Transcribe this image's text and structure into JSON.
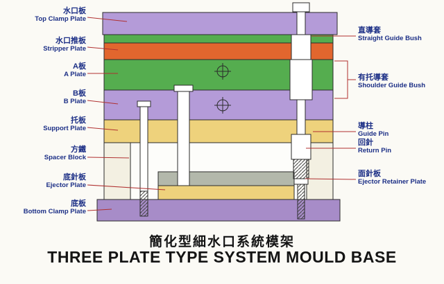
{
  "title": {
    "zh": "簡化型細水口系統模架",
    "en": "THREE PLATE TYPE SYSTEM MOULD BASE"
  },
  "labels": {
    "left": [
      {
        "zh": "水口板",
        "en": "Top Clamp Plate"
      },
      {
        "zh": "水口推板",
        "en": "Stripper Plate"
      },
      {
        "zh": "A板",
        "en": "A Plate"
      },
      {
        "zh": "B板",
        "en": "B Plate"
      },
      {
        "zh": "托板",
        "en": "Support Plate"
      },
      {
        "zh": "方鐵",
        "en": "Spacer Block"
      },
      {
        "zh": "底針板",
        "en": "Ejector Plate"
      },
      {
        "zh": "底板",
        "en": "Bottom Clamp Plate"
      }
    ],
    "right": [
      {
        "zh": "直導套",
        "en": "Straight Guide Bush"
      },
      {
        "zh": "有托導套",
        "en": "Shoulder Guide Bush"
      },
      {
        "zh": "導柱",
        "en": "Guide Pin"
      },
      {
        "zh": "回針",
        "en": "Return Pin"
      },
      {
        "zh": "面針板",
        "en": "Ejector Retainer Plate"
      }
    ]
  },
  "colors": {
    "clamp_plate": "#b49bd8",
    "green_strip": "#55ad4f",
    "stripper_plate": "#e2662e",
    "a_plate": "#55ad4f",
    "b_plate": "#b49bd8",
    "support_plate": "#eed27c",
    "spacer_block": "#f3f0e2",
    "cavity": "#fdfdfa",
    "ejector_retainer_plate": "#b3b8ab",
    "ejector_plate": "#eed27c",
    "bottom_clamp_plate": "#a78cc8",
    "pin_fill": "#ffffff",
    "leader_line": "#b03030",
    "label_text": "#1c2f86",
    "title_text": "#141414"
  }
}
